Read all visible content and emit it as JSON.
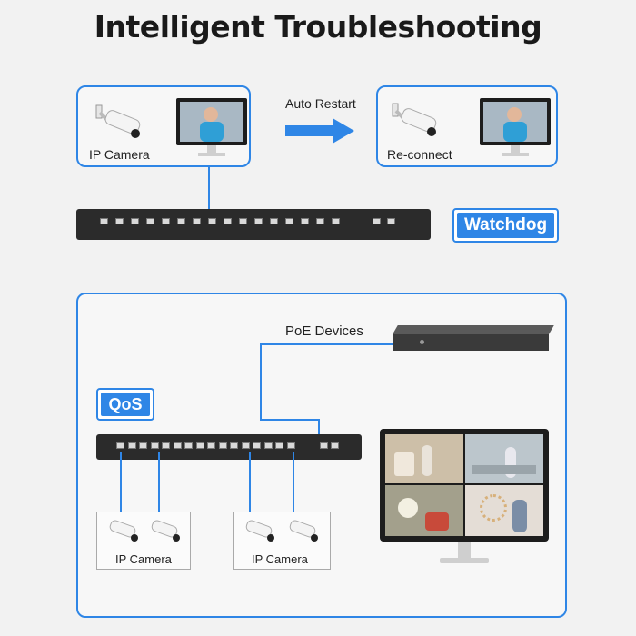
{
  "title": "Intelligent Troubleshooting",
  "top": {
    "left_box_label": "IP Camera",
    "arrow_label": "Auto Restart",
    "right_box_label": "Re-connect",
    "badge": "Watchdog"
  },
  "bottom": {
    "poe_devices_label": "PoE Devices",
    "badge": "QoS",
    "camera_group_left_label": "IP Camera",
    "camera_group_right_label": "IP Camera"
  },
  "colors": {
    "accent": "#2f86e6",
    "switch": "#2b2b2b"
  },
  "icons": [
    "ip-camera-icon",
    "monitor-icon",
    "network-switch-icon",
    "arrow-right-icon",
    "ethernet-port-icon"
  ]
}
